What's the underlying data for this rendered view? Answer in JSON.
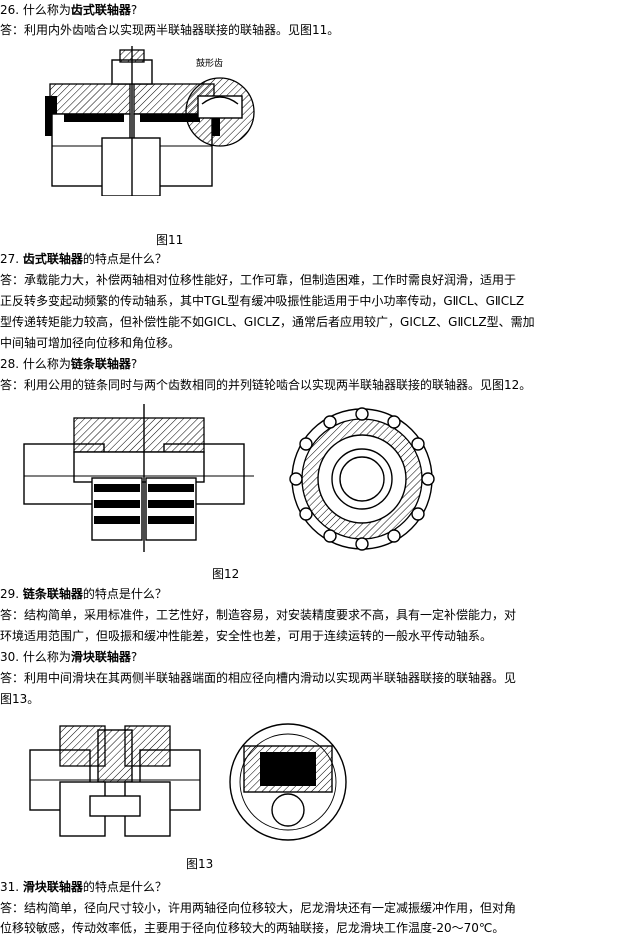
{
  "items": [
    {
      "q_prefix": "26. 什么称为",
      "q_term": "齿式联轴器",
      "q_suffix": "?",
      "answer_lines": [
        "答：利用内外齿啮合以实现两半联轴器联接的联轴器。见图11。"
      ]
    },
    {
      "q_prefix": "27. ",
      "q_term": "齿式联轴器",
      "q_suffix": "的特点是什么？",
      "answer_lines": [
        "答：承载能力大，补偿两轴相对位移性能好，工作可靠，但制造困难，工作时需良好润滑，适用于",
        "正反转多变起动频繁的传动轴系，其中TGL型有缓冲吸振性能适用于中小功率传动，GⅡCL、GⅡCLZ",
        "型传递转矩能力较高，但补偿性能不如GICL、GICLZ，通常后者应用较广，GICLZ、GⅡCLZ型、需加",
        "中间轴可增加径向位移和角位移。"
      ]
    },
    {
      "q_prefix": "28. 什么称为",
      "q_term": "链条联轴器",
      "q_suffix": "?",
      "answer_lines": [
        "答：利用公用的链条同时与两个齿数相同的并列链轮啮合以实现两半联轴器联接的联轴器。见图12。"
      ]
    },
    {
      "q_prefix": "29. ",
      "q_term": "链条联轴器",
      "q_suffix": "的特点是什么？",
      "answer_lines": [
        "答：结构简单，采用标准件，工艺性好，制造容易，对安装精度要求不高，具有一定补偿能力，对",
        "环境适用范围广，但吸振和缓冲性能差，安全性也差，可用于连续运转的一般水平传动轴系。"
      ]
    },
    {
      "q_prefix": "30. 什么称为",
      "q_term": "滑块联轴器",
      "q_suffix": "?",
      "answer_lines": [
        "答：利用中间滑块在其两侧半联轴器端面的相应径向槽内滑动以实现两半联轴器联接的联轴器。见",
        "图13。"
      ]
    },
    {
      "q_prefix": "31. ",
      "q_term": "滑块联轴器",
      "q_suffix": "的特点是什么？",
      "answer_lines": [
        "答：结构简单，径向尺寸较小，许用两轴径向位移较大，尼龙滑块还有一定减振缓冲作用，但对角",
        "位移较敏感，传动效率低，主要用于径向位移较大的两轴联接，尼龙滑块工作温度-20～70℃。"
      ]
    }
  ],
  "figures": {
    "fig11": {
      "caption": "图11",
      "detail_label": "鼓形齿"
    },
    "fig12": {
      "caption": "图12"
    },
    "fig13": {
      "caption": "图13"
    }
  }
}
